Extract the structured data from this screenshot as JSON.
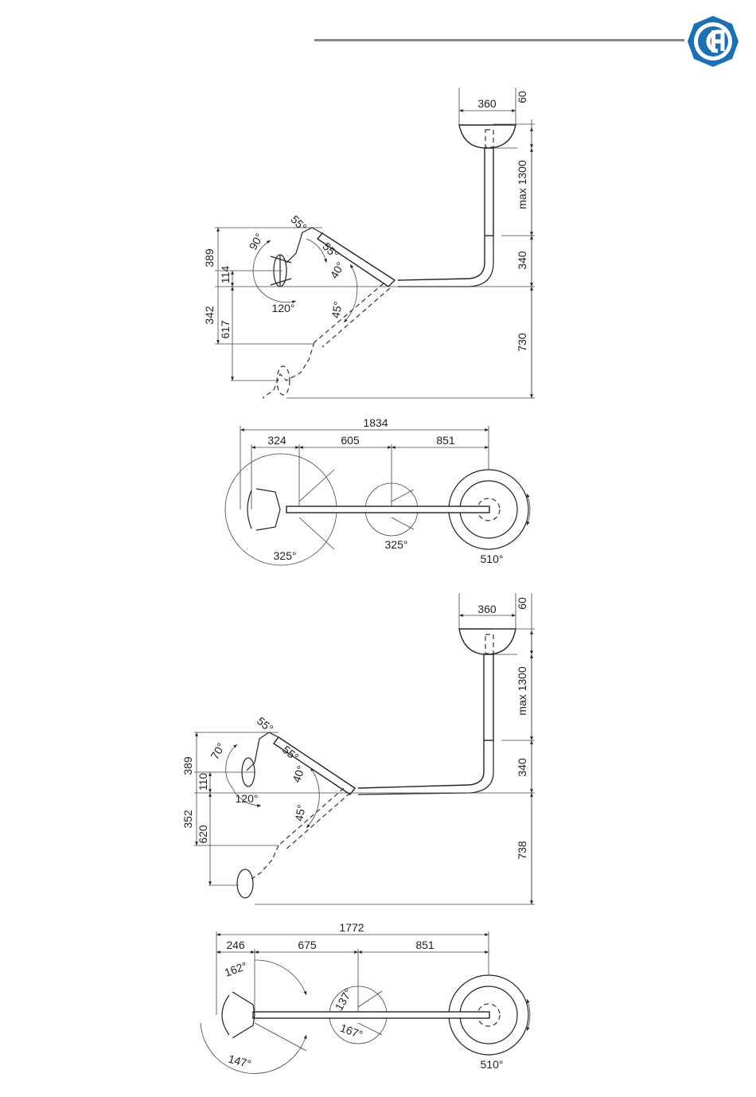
{
  "brand": {
    "logo_icon": "ca-monogram-icon",
    "accent": "#1b6fb5"
  },
  "top": {
    "side": {
      "d_canopy": "360",
      "d_canopy_h": "60",
      "d_tube": "max 1300",
      "d_bend": "340",
      "d_low": "730",
      "d_389": "389",
      "d_114": "114",
      "d_342": "342",
      "d_617": "617",
      "a_55a": "55°",
      "a_55b": "55°",
      "a_90": "90°",
      "a_40": "40°",
      "a_45": "45°",
      "a_120": "120°"
    },
    "plan": {
      "d_total": "1834",
      "d_324": "324",
      "d_605": "605",
      "d_851": "851",
      "a_325a": "325°",
      "a_325b": "325°",
      "a_510": "510°"
    }
  },
  "bottom": {
    "side": {
      "d_canopy": "360",
      "d_canopy_h": "60",
      "d_tube": "max 1300",
      "d_bend": "340",
      "d_low": "738",
      "d_389": "389",
      "d_110": "110",
      "d_352": "352",
      "d_620": "620",
      "a_55a": "55°",
      "a_55b": "55°",
      "a_70": "70°",
      "a_40": "40°",
      "a_45": "45°",
      "a_120": "120°"
    },
    "plan": {
      "d_total": "1772",
      "d_246": "246",
      "d_675": "675",
      "d_851": "851",
      "a_162": "162°",
      "a_137": "137°",
      "a_167": "167°",
      "a_147": "147°",
      "a_510": "510°"
    }
  }
}
